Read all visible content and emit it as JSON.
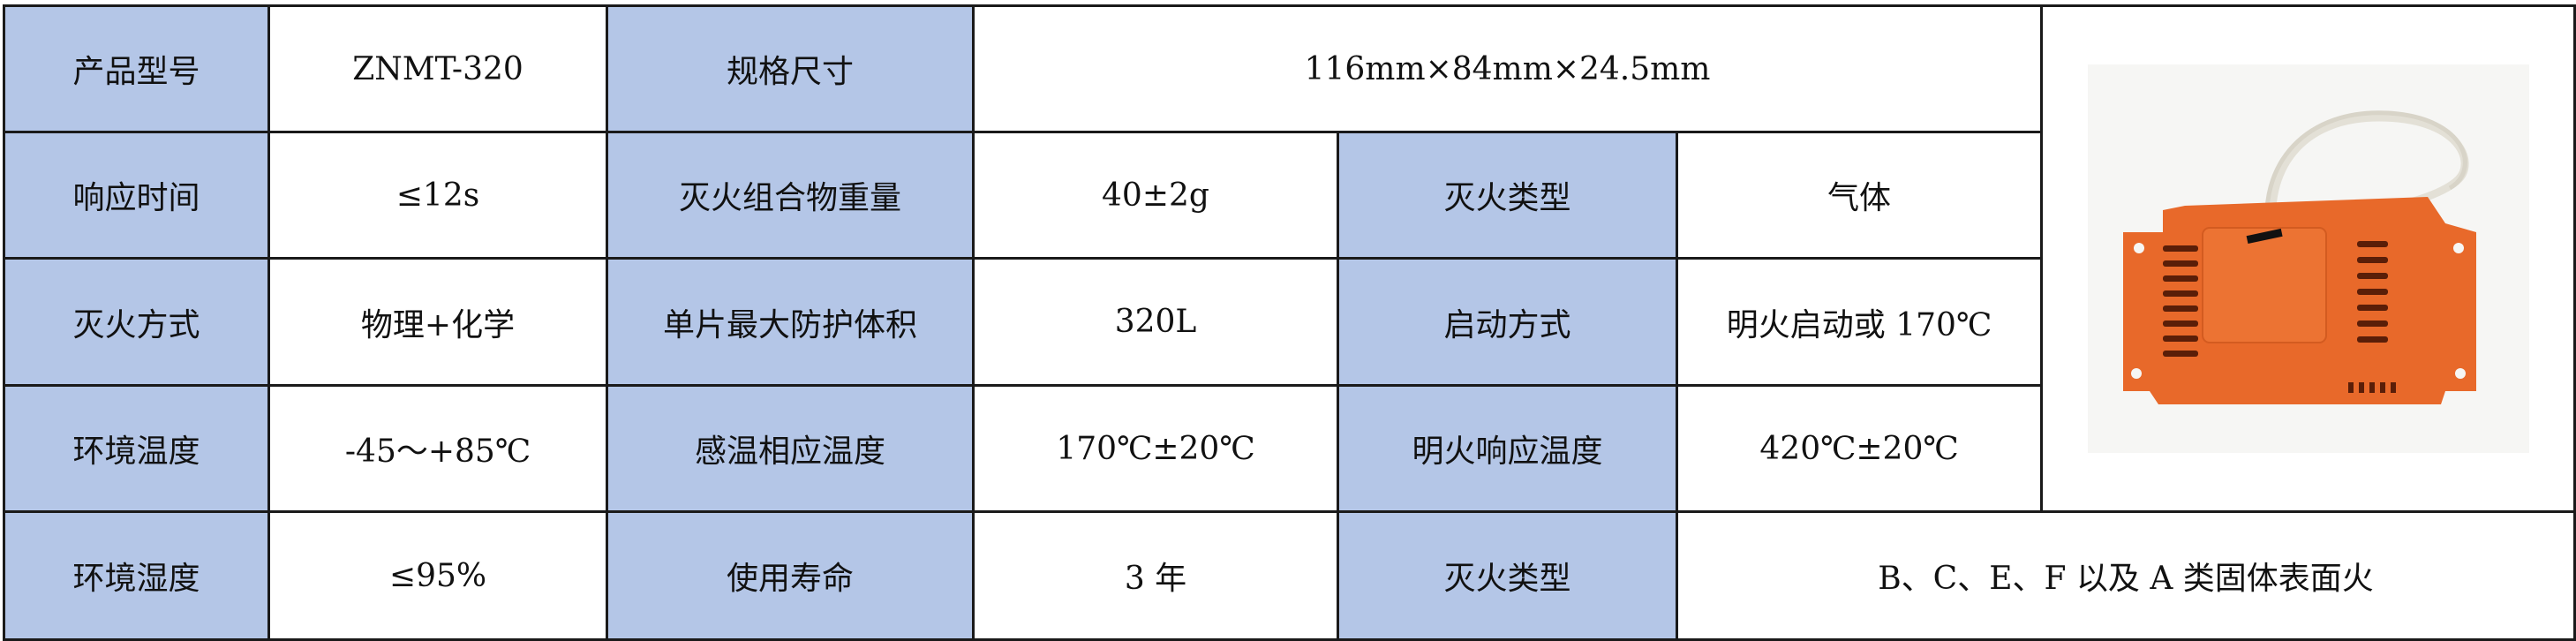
{
  "rows": [
    {
      "l1": "产品型号",
      "v1": "ZNMT-320",
      "l2": "规格尺寸",
      "v2": "116mm×84mm×24.5mm"
    },
    {
      "l1": "响应时间",
      "v1": "≤12s",
      "l2": "灭火组合物重量",
      "v2": "40±2g",
      "l3": "灭火类型",
      "v3": "气体"
    },
    {
      "l1": "灭火方式",
      "v1": "物理+化学",
      "l2": "单片最大防护体积",
      "v2": "320L",
      "l3": "启动方式",
      "v3": "明火启动或 170℃"
    },
    {
      "l1": "环境温度",
      "v1": "-45～+85℃",
      "l2": "感温相应温度",
      "v2": "170℃±20℃",
      "l3": "明火响应温度",
      "v3": "420℃±20℃"
    },
    {
      "l1": "环境湿度",
      "v1": "≤95%",
      "l2": "使用寿命",
      "v2": "3 年",
      "l3": "灭火类型",
      "v3": "B、C、E、F 以及 A 类固体表面火"
    }
  ],
  "colors": {
    "header_bg": "#b4c6e7",
    "product_orange": "#e8692a"
  }
}
